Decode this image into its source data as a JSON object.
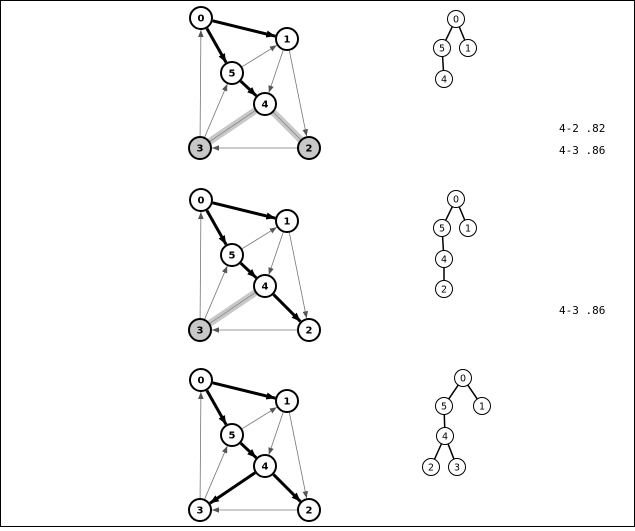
{
  "panels": [
    {
      "graph": {
        "nodes": [
          {
            "id": "0",
            "state": "tree"
          },
          {
            "id": "1",
            "state": "tree"
          },
          {
            "id": "5",
            "state": "tree"
          },
          {
            "id": "4",
            "state": "tree"
          },
          {
            "id": "3",
            "state": "fringe"
          },
          {
            "id": "2",
            "state": "fringe"
          }
        ],
        "edges": [
          {
            "from": "0",
            "to": "1",
            "style": "tree"
          },
          {
            "from": "0",
            "to": "5",
            "style": "tree"
          },
          {
            "from": "5",
            "to": "4",
            "style": "tree"
          },
          {
            "from": "5",
            "to": "1",
            "style": "normal"
          },
          {
            "from": "1",
            "to": "4",
            "style": "normal"
          },
          {
            "from": "1",
            "to": "2",
            "style": "normal"
          },
          {
            "from": "3",
            "to": "0",
            "style": "normal"
          },
          {
            "from": "3",
            "to": "5",
            "style": "normal"
          },
          {
            "from": "2",
            "to": "3",
            "style": "normal"
          },
          {
            "from": "4",
            "to": "2",
            "style": "fringe"
          },
          {
            "from": "4",
            "to": "3",
            "style": "fringe"
          }
        ]
      },
      "tree": {
        "nodes": [
          "0",
          "5",
          "1",
          "4"
        ],
        "links": [
          [
            "0",
            "5"
          ],
          [
            "0",
            "1"
          ],
          [
            "5",
            "4"
          ]
        ]
      },
      "queue": [
        {
          "edge": "4-2",
          "weight": ".82"
        },
        {
          "edge": "4-3",
          "weight": ".86"
        }
      ]
    },
    {
      "graph": {
        "nodes": [
          {
            "id": "0",
            "state": "tree"
          },
          {
            "id": "1",
            "state": "tree"
          },
          {
            "id": "5",
            "state": "tree"
          },
          {
            "id": "4",
            "state": "tree"
          },
          {
            "id": "3",
            "state": "fringe"
          },
          {
            "id": "2",
            "state": "tree"
          }
        ],
        "edges": [
          {
            "from": "0",
            "to": "1",
            "style": "tree"
          },
          {
            "from": "0",
            "to": "5",
            "style": "tree"
          },
          {
            "from": "5",
            "to": "4",
            "style": "tree"
          },
          {
            "from": "4",
            "to": "2",
            "style": "tree"
          },
          {
            "from": "5",
            "to": "1",
            "style": "normal"
          },
          {
            "from": "1",
            "to": "4",
            "style": "normal"
          },
          {
            "from": "1",
            "to": "2",
            "style": "normal"
          },
          {
            "from": "3",
            "to": "0",
            "style": "normal"
          },
          {
            "from": "3",
            "to": "5",
            "style": "normal"
          },
          {
            "from": "2",
            "to": "3",
            "style": "normal"
          },
          {
            "from": "4",
            "to": "3",
            "style": "fringe"
          }
        ]
      },
      "tree": {
        "nodes": [
          "0",
          "5",
          "1",
          "4",
          "2"
        ],
        "links": [
          [
            "0",
            "5"
          ],
          [
            "0",
            "1"
          ],
          [
            "5",
            "4"
          ],
          [
            "4",
            "2"
          ]
        ]
      },
      "queue": [
        {
          "edge": "4-3",
          "weight": ".86"
        }
      ]
    },
    {
      "graph": {
        "nodes": [
          {
            "id": "0",
            "state": "tree"
          },
          {
            "id": "1",
            "state": "tree"
          },
          {
            "id": "5",
            "state": "tree"
          },
          {
            "id": "4",
            "state": "tree"
          },
          {
            "id": "3",
            "state": "tree"
          },
          {
            "id": "2",
            "state": "tree"
          }
        ],
        "edges": [
          {
            "from": "0",
            "to": "1",
            "style": "tree"
          },
          {
            "from": "0",
            "to": "5",
            "style": "tree"
          },
          {
            "from": "5",
            "to": "4",
            "style": "tree"
          },
          {
            "from": "4",
            "to": "2",
            "style": "tree"
          },
          {
            "from": "4",
            "to": "3",
            "style": "tree"
          },
          {
            "from": "5",
            "to": "1",
            "style": "normal"
          },
          {
            "from": "1",
            "to": "4",
            "style": "normal"
          },
          {
            "from": "1",
            "to": "2",
            "style": "normal"
          },
          {
            "from": "3",
            "to": "0",
            "style": "normal"
          },
          {
            "from": "3",
            "to": "5",
            "style": "normal"
          },
          {
            "from": "2",
            "to": "3",
            "style": "normal"
          }
        ]
      },
      "tree": {
        "nodes": [
          "0",
          "5",
          "1",
          "4",
          "2",
          "3"
        ],
        "links": [
          [
            "0",
            "5"
          ],
          [
            "0",
            "1"
          ],
          [
            "5",
            "4"
          ],
          [
            "4",
            "2"
          ],
          [
            "4",
            "3"
          ]
        ]
      },
      "queue": []
    }
  ]
}
